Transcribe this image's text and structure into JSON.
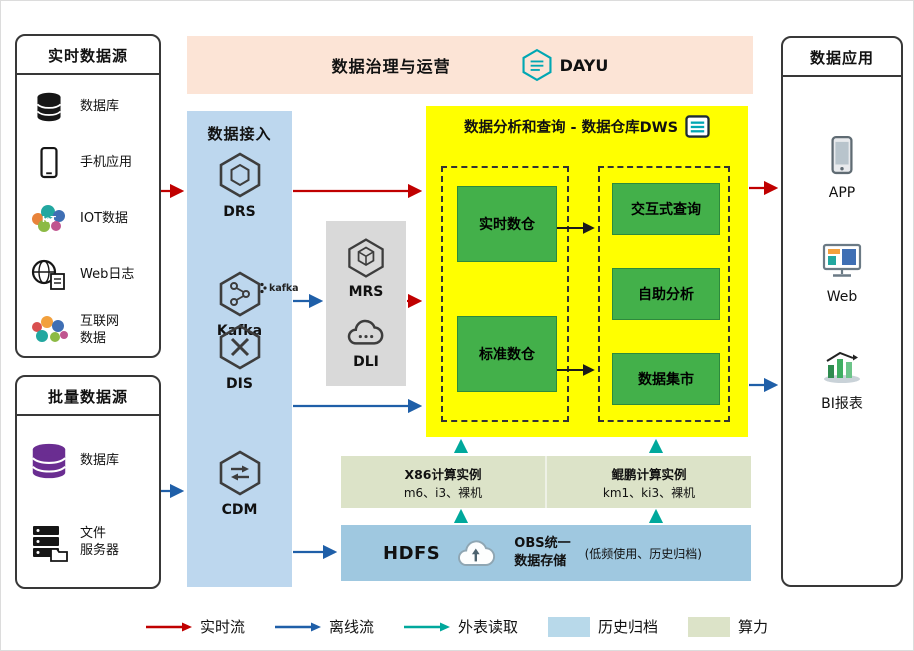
{
  "colors": {
    "realtime_flow": "#c00000",
    "offline_flow": "#1f5fa8",
    "external_read": "#00a89c",
    "dws_bg": "#ffff00",
    "green_node": "#43b04a",
    "ingest_bg": "#bdd7ee",
    "governance_bg": "#fce4d6",
    "cluster_bg": "#d9d9d9",
    "compute_bg": "#dce3c8",
    "storage_bg": "#9fc8e0"
  },
  "governance": {
    "title": "数据治理与运营",
    "brand": "DAYU"
  },
  "realtime": {
    "title": "实时数据源",
    "items": [
      {
        "label": "数据库",
        "icon": "database-icon"
      },
      {
        "label": "手机应用",
        "icon": "mobile-app-icon"
      },
      {
        "label": "IOT数据",
        "icon": "iot-icon"
      },
      {
        "label": "Web日志",
        "icon": "web-log-icon"
      },
      {
        "label": "互联网\n数据",
        "icon": "internet-data-icon"
      }
    ]
  },
  "batch": {
    "title": "批量数据源",
    "items": [
      {
        "label": "数据库",
        "icon": "database-purple-icon"
      },
      {
        "label": "文件\n服务器",
        "icon": "file-server-icon"
      }
    ]
  },
  "ingest": {
    "title": "数据接入",
    "services": [
      {
        "name": "DRS"
      },
      {
        "name": "Kafka",
        "tag": "kafka"
      },
      {
        "name": "DIS"
      },
      {
        "name": "CDM"
      }
    ]
  },
  "cluster": {
    "services": [
      {
        "name": "MRS"
      },
      {
        "name": "DLI"
      }
    ]
  },
  "dws": {
    "title": "数据分析和查询 - 数据仓库DWS",
    "left": [
      {
        "label": "实时数仓"
      },
      {
        "label": "标准数仓"
      }
    ],
    "right": [
      {
        "label": "交互式查询"
      },
      {
        "label": "自助分析"
      },
      {
        "label": "数据集市"
      }
    ]
  },
  "compute": {
    "x86": {
      "title": "X86计算实例",
      "sub": "m6、i3、裸机"
    },
    "kunpeng": {
      "title": "鲲鹏计算实例",
      "sub": "km1、ki3、裸机"
    }
  },
  "storage": {
    "hdfs": "HDFS",
    "obs_label": "OBS统一\n数据存储",
    "note": "(低频使用、历史归档)"
  },
  "apps": {
    "title": "数据应用",
    "items": [
      {
        "label": "APP",
        "icon": "app-icon"
      },
      {
        "label": "Web",
        "icon": "web-icon"
      },
      {
        "label": "BI报表",
        "icon": "bi-report-icon"
      }
    ]
  },
  "legend": {
    "items": [
      {
        "label": "实时流",
        "type": "arrow",
        "color": "#c00000"
      },
      {
        "label": "离线流",
        "type": "arrow",
        "color": "#1f5fa8"
      },
      {
        "label": "外表读取",
        "type": "arrow",
        "color": "#00a89c"
      },
      {
        "label": "历史归档",
        "type": "swatch",
        "color": "#b8d9ea"
      },
      {
        "label": "算力",
        "type": "swatch",
        "color": "#dce3c8"
      }
    ]
  }
}
